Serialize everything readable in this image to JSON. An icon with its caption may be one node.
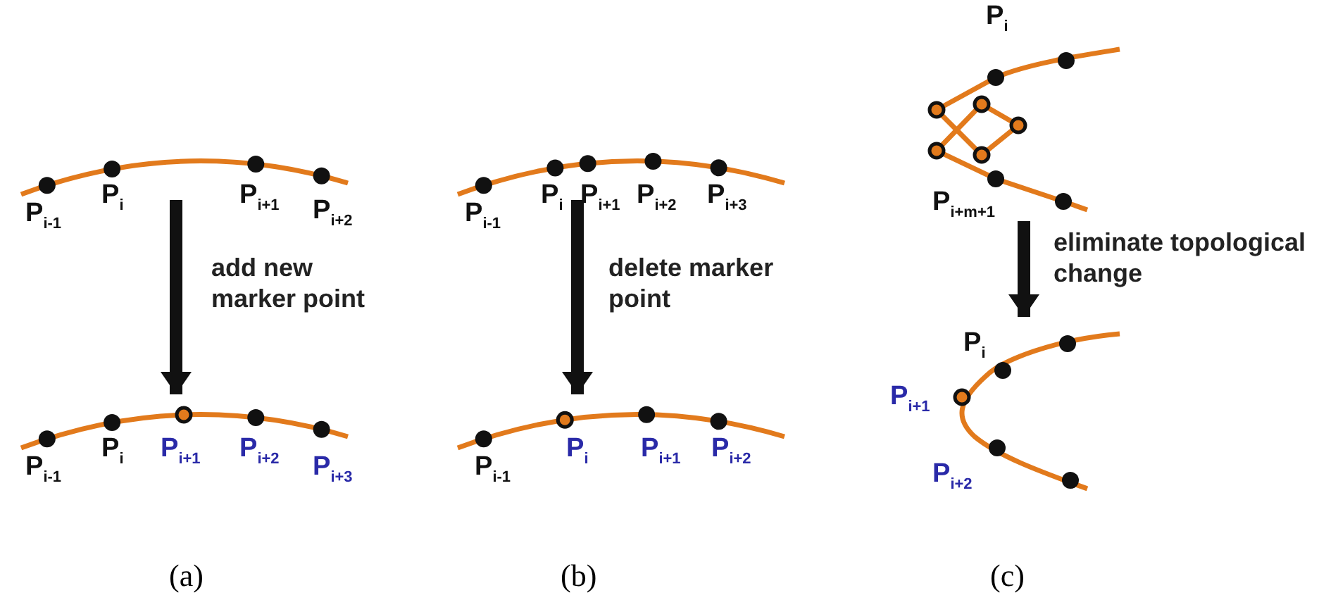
{
  "diagram": {
    "nodes": [
      {
        "text": [],
        "shape": "picture"
      },
      {
        "text": [],
        "shape": "picture"
      },
      {
        "text": [],
        "shape": "picture"
      },
      {
        "text": [],
        "shape": "picture"
      },
      {
        "text": [],
        "shape": "picture"
      },
      {
        "text": [],
        "shape": "picture"
      }
    ],
    "edges": [
      {
        "from": 0,
        "to": 1,
        "arrow": "to",
        "label": "add new marker point"
      },
      {
        "from": 2,
        "to": 3,
        "arrow": "to",
        "label": "delete marker point"
      },
      {
        "from": 4,
        "to": 5,
        "arrow": "to",
        "label": "eliminate topological change"
      }
    ],
    "labels": [
      "P$_{i-1}$",
      "P$_{i}$",
      "P$_{i+1}$",
      "P$_{i+2}$",
      "P$_{i-1}$",
      "P$_{i}$",
      "P$_{i+1}$",
      "P$_{i+2}$",
      "P$_{i+3}$",
      "P$_{i-1}$",
      "P$_{i}$",
      "P$_{i+1}$",
      "P$_{i+2}$",
      "P$_{i+3}$",
      "P$_{i-1}$",
      "P$_{i}$",
      "P$_{i+1}$",
      "P$_{i+2}$",
      "P$_{i}$",
      "P$_{i+m+1}$",
      "P$_{i}$",
      "P$_{i+1}$",
      "P$_{i+2}$",
      "(a)",
      "(b)",
      "(c)"
    ]
  }
}
